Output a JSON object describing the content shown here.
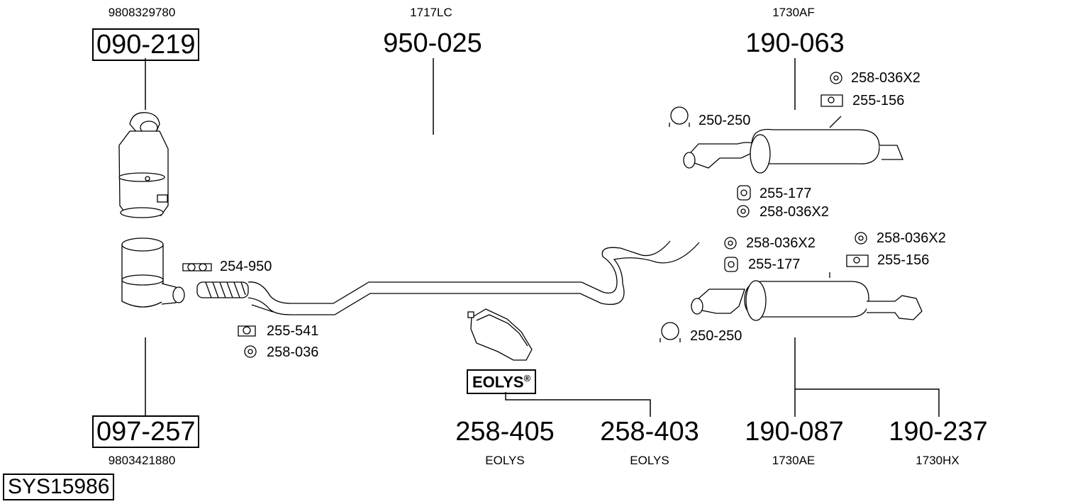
{
  "diagram": {
    "system_id": "SYS15986",
    "groups": [
      {
        "part": "090-219",
        "oem": "9808329780"
      },
      {
        "part": "950-025",
        "oem": "1717LC"
      },
      {
        "part": "190-063",
        "oem": "1730AF"
      },
      {
        "part": "097-257",
        "oem": "9803421880"
      },
      {
        "part": "258-405",
        "oem": "EOLYS"
      },
      {
        "part": "258-403",
        "oem": "EOLYS"
      },
      {
        "part": "190-087",
        "oem": "1730AE"
      },
      {
        "part": "190-237",
        "oem": "1730HX"
      }
    ],
    "eolys_badge": {
      "text": "EOLYS",
      "mark": "®"
    },
    "small_parts": [
      "254-950",
      "255-541",
      "258-036",
      "250-250",
      "258-036X2",
      "255-156",
      "255-177",
      "258-036X2",
      "258-036X2",
      "255-177",
      "258-036X2",
      "255-156",
      "250-250"
    ]
  }
}
